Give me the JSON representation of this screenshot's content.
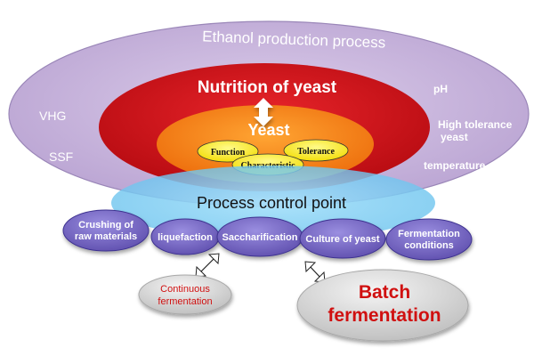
{
  "diagram": {
    "title": "Ethanol production process",
    "left_labels": [
      "VHG",
      "SSF"
    ],
    "right_labels": [
      "pH",
      "High tolerance",
      "yeast",
      "temperature"
    ],
    "nutrition_label": "Nutrition of yeast",
    "yeast_label": "Yeast",
    "yeast_properties": [
      "Function",
      "Characteristic",
      "Tolerance"
    ],
    "control_label": "Process control point",
    "process_steps": [
      {
        "line1": "Crushing of",
        "line2": "raw materials"
      },
      {
        "line1": "liquefaction",
        "line2": ""
      },
      {
        "line1": "Saccharification",
        "line2": ""
      },
      {
        "line1": "Culture of yeast",
        "line2": ""
      },
      {
        "line1": "Fermentation",
        "line2": "conditions"
      }
    ],
    "continuous": {
      "line1": "Continuous",
      "line2": "fermentation"
    },
    "batch": {
      "line1": "Batch",
      "line2": "fermentation"
    }
  },
  "colors": {
    "outer": "#c7b5d9",
    "outer_stroke": "#9a86b8",
    "red": "#d8101a",
    "orange": "#f07a12",
    "yellow": "#ffee22",
    "blue": "#7ccdf2",
    "step_fill": "#8070c8",
    "continuous_text": "#d01010",
    "batch_text": "#d01010"
  }
}
